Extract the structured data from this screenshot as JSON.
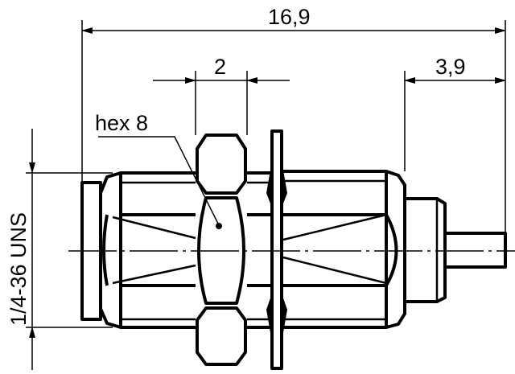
{
  "drawing": {
    "dimensions": {
      "overall_length": "16,9",
      "nut_width": "2",
      "pin_length": "3,9",
      "thread": "1/4-36 UNS"
    },
    "labels": {
      "hex": "hex 8"
    },
    "line_color": "#000000",
    "background": "#ffffff"
  }
}
